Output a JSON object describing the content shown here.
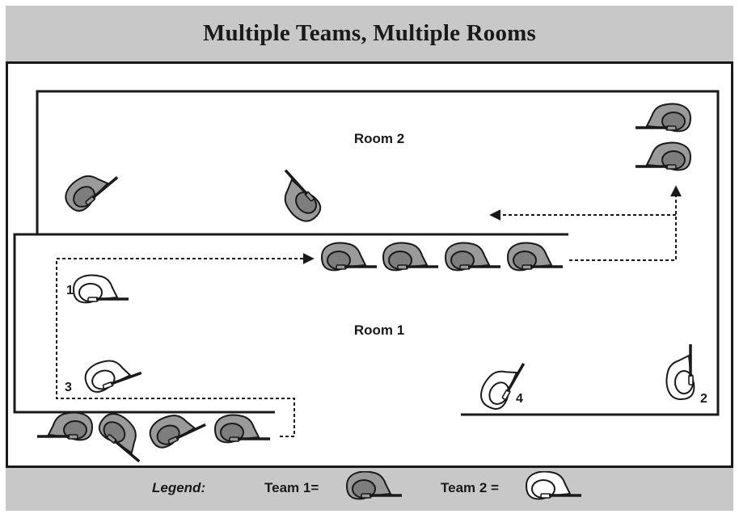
{
  "title": "Multiple Teams, Multiple Rooms",
  "rooms": {
    "room2": "Room 2",
    "room1": "Room 1"
  },
  "seat_numbers": {
    "s1": "1",
    "s2": "2",
    "s3": "3",
    "s4": "4"
  },
  "legend": {
    "label": "Legend:",
    "team1": "Team 1=",
    "team2": "Team 2 ="
  },
  "colors": {
    "team1_fill": "#9a9a9a",
    "team1_inner": "#7d7d7d",
    "team2_fill": "#ffffff",
    "band": "#c8c8c8",
    "ink": "#1a1a1a"
  },
  "icons": {
    "team1": "team1-person-icon",
    "team2": "team2-person-icon"
  }
}
